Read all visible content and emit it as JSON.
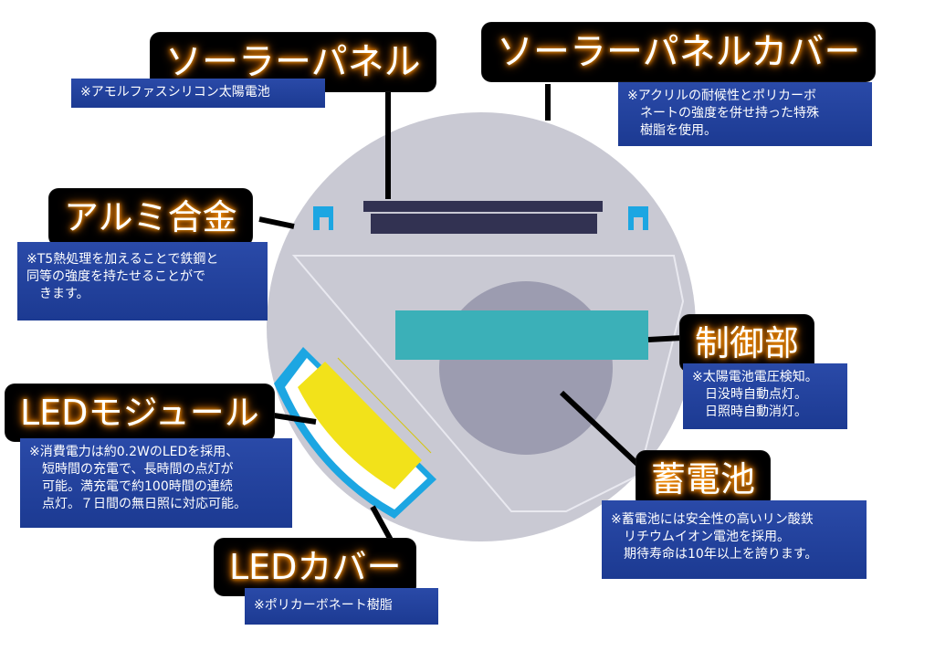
{
  "labels": {
    "solar_panel": {
      "title": "ソーラーパネル",
      "desc": "※アモルファスシリコン太陽電池"
    },
    "solar_cover": {
      "title": "ソーラーパネルカバー",
      "desc": "※アクリルの耐候性とポリカーボ\n　ネートの強度を併せ持った特殊\n　樹脂を使用。"
    },
    "aluminum": {
      "title": "アルミ合金",
      "desc": "※T5熱処理を加えることで鉄鋼と\n同等の強度を持たせることがで\n　きます。"
    },
    "controller": {
      "title": "制御部",
      "desc": "※太陽電池電圧検知。\n　日没時自動点灯。\n　日照時自動消灯。"
    },
    "led_module": {
      "title": "LEDモジュール",
      "desc": "※消費電力は約0.2WのLEDを採用、\n　短時間の充電で、長時間の点灯が\n　可能。満充電で約100時間の連続\n　点灯。７日間の無日照に対応可能。"
    },
    "battery": {
      "title": "蓄電池",
      "desc": "※蓄電池には安全性の高いリン酸鉄\n　リチウムイオン電池を採用。\n　期待寿命は10年以上を誇ります。"
    },
    "led_cover": {
      "title": "LEDカバー",
      "desc": "※ポリカーボネート樹脂"
    }
  },
  "colors": {
    "body": "#c9c9d3",
    "cover": "#1ca6e2",
    "panel": "#323252",
    "controller": "#3bb0b8",
    "battery": "#9c9cb0",
    "led": "#f2e21a",
    "label_bg": "#000000",
    "desc_bg": "#22429e"
  }
}
